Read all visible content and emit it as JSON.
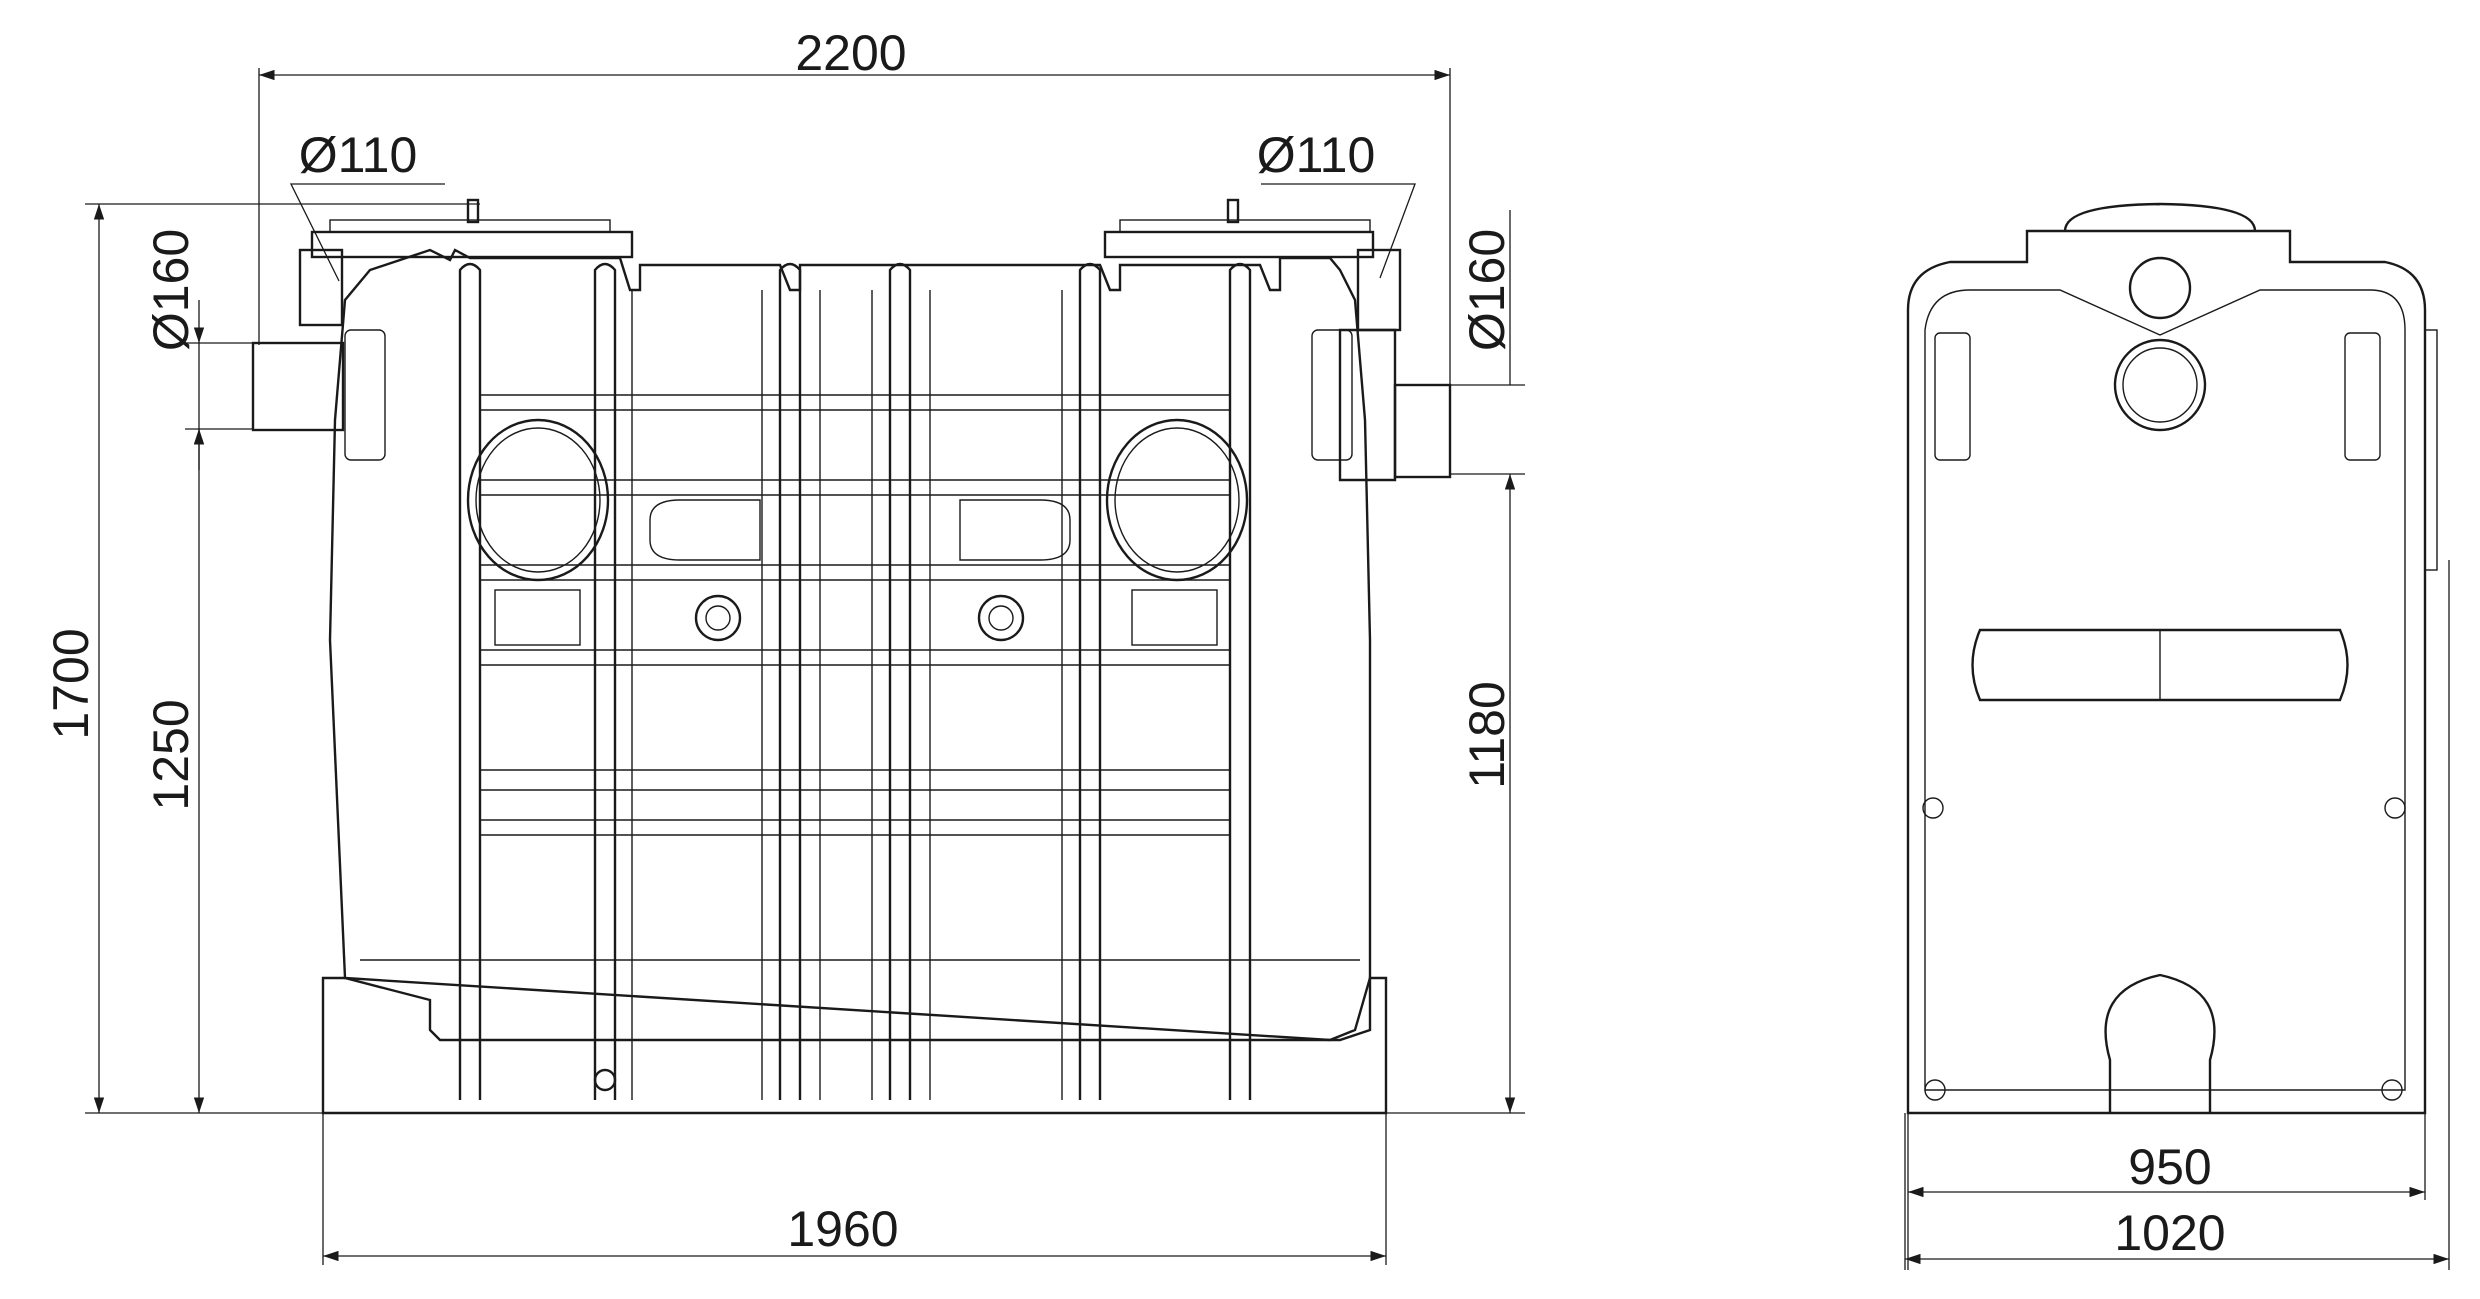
{
  "drawing": {
    "front_view": {
      "overall_length": "2200",
      "base_length": "1960",
      "overall_height": "1700",
      "inlet_height": "1250",
      "outlet_height": "1180",
      "inlet_vent_diameter": "Ø110",
      "outlet_vent_diameter": "Ø110",
      "inlet_diameter": "Ø160",
      "outlet_diameter": "Ø160"
    },
    "side_view": {
      "inner_width": "950",
      "overall_width": "1020"
    }
  }
}
